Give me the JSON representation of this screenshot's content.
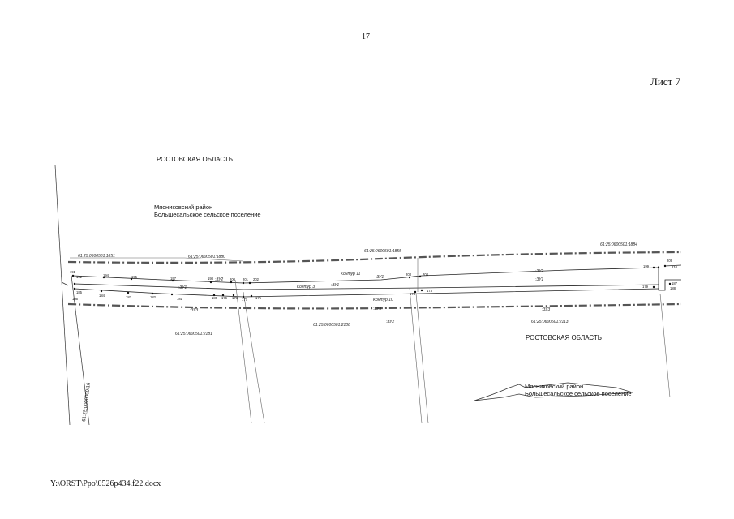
{
  "page": {
    "number": "17",
    "sheet_label": "Лист 7",
    "footer_path": "Y:\\ORST\\Ppo\\0526p434.f22.docx"
  },
  "map": {
    "region_top": "РОСТОВСКАЯ ОБЛАСТЬ",
    "district_top": "Мясниковский район",
    "settlement_top": "Большесальское сельское поселение",
    "region_right": "РОСТОВСКАЯ ОБЛАСТЬ",
    "district_bottom": "Мясниковский район",
    "settlement_bottom": "Большесальское сельское поселение",
    "cadastral_left_vertical": "61:25:0000000:16",
    "cadastral_parcels": {
      "p1851": "61:25:0600501:1851",
      "p1880": "61:25:0600501:1880",
      "p1855": "61:25:0600501:1855",
      "p1884": "61:25:0600501:1884",
      "p2181": "61:25:0600501:2181",
      "p2108": "61:25:0600501:2108",
      "p2113": "61:25:0600501:2113"
    },
    "zone_labels": {
      "zu1_a": ":ЗУ1",
      "zu1_b": ":ЗУ1",
      "zu1_c": ":ЗУ1",
      "zu1_d": ":ЗУ1",
      "zu2_a": ":ЗУ2",
      "zu2_b": ":ЗУ2",
      "zu2_c": ":ЗУ2",
      "zu3_a": ":ЗУ3",
      "zu3_b": ":ЗУ3",
      "zu3_c": ":ЗУ3"
    },
    "contour_labels": {
      "k11": "Контур 11",
      "k3": "Контур 3",
      "k10": "Контур 10"
    },
    "points": {
      "p191": "191",
      "p192": "192",
      "p194": "194",
      "p195": "195",
      "p197": "197",
      "p198": "198",
      "p200": "200",
      "p201": "201",
      "p202": "202",
      "p203": "203",
      "p204": "204",
      "p185": "185",
      "p186": "186",
      "p184": "184",
      "p183": "183",
      "p182": "182",
      "p181": "181",
      "p180": "180",
      "p176": "176",
      "p178": "178",
      "p177": "177",
      "p175": "175",
      "p174": "174",
      "p173": "173",
      "p179": "179",
      "p199": "199",
      "p209": "209",
      "p210": "210",
      "p187": "187",
      "p188": "188"
    }
  }
}
